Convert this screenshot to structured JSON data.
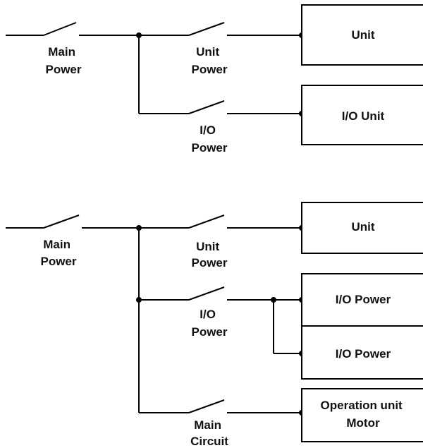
{
  "diagrams": [
    {
      "switches": [
        {
          "lines": [
            "Main",
            "Power"
          ]
        },
        {
          "lines": [
            "Unit",
            "Power"
          ]
        },
        {
          "lines": [
            "I/O",
            "Power"
          ]
        }
      ],
      "boxes": [
        {
          "lines": [
            "Unit"
          ]
        },
        {
          "lines": [
            "I/O Unit"
          ]
        }
      ]
    },
    {
      "switches": [
        {
          "lines": [
            "Main",
            "Power"
          ]
        },
        {
          "lines": [
            "Unit",
            "Power"
          ]
        },
        {
          "lines": [
            "I/O",
            "Power"
          ]
        },
        {
          "lines": [
            "Main",
            "Circuit"
          ]
        }
      ],
      "boxes": [
        {
          "lines": [
            "Unit"
          ]
        },
        {
          "lines": [
            "I/O Power"
          ]
        },
        {
          "lines": [
            "I/O Power"
          ]
        },
        {
          "lines": [
            "Operation unit",
            "Motor"
          ]
        }
      ]
    }
  ]
}
